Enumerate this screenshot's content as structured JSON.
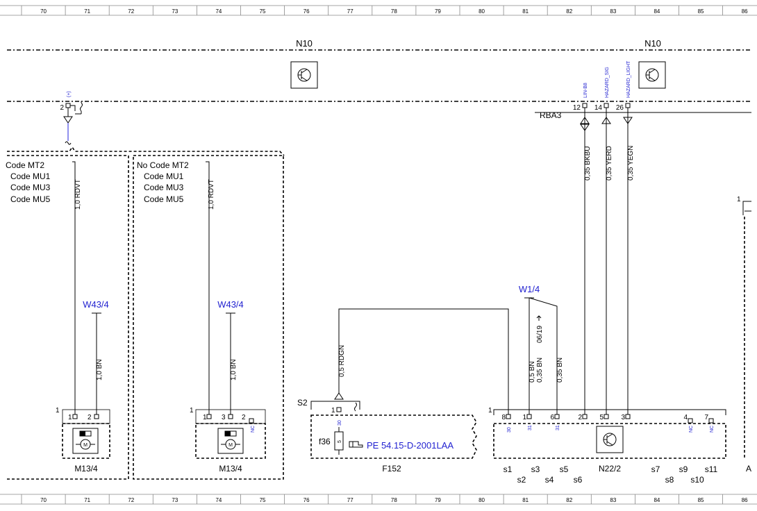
{
  "ruler": {
    "top": [
      "70",
      "71",
      "72",
      "73",
      "74",
      "75",
      "76",
      "77",
      "78",
      "79",
      "80",
      "81",
      "82",
      "83",
      "84",
      "85",
      "86"
    ],
    "bottom": [
      "70",
      "71",
      "72",
      "73",
      "74",
      "75",
      "76",
      "77",
      "78",
      "79",
      "80",
      "81",
      "82",
      "83",
      "84",
      "85",
      "86"
    ]
  },
  "modules": {
    "n10_left": "N10",
    "n10_right": "N10",
    "rba3": "RBA3",
    "signal_plus": "(+)",
    "sig_lin": "LIN-B8",
    "sig_hazard": "HAZARD_SIG",
    "sig_hazard_light": "HAZARD_LIGHT",
    "pin_2": "2",
    "pin_12": "12",
    "pin_14": "14",
    "pin_26": "26"
  },
  "codes": {
    "left": [
      "Code MT2",
      "Code MU1",
      "Code MU3",
      "Code MU5"
    ],
    "right": [
      "No Code MT2",
      "Code MU1",
      "Code MU3",
      "Code MU5"
    ]
  },
  "wires": {
    "rdvt_left": "1,0 RDVT",
    "rdvt_right": "1,0 RDVT",
    "bn_left": "1,0 BN",
    "bn_right": "1,0 BN",
    "bkbu": "0,35 BKBU",
    "yerd": "0,35 YERD",
    "yegn": "0,35 YEGN",
    "rdgn": "0,5 RDGN",
    "bn_05": "0,5 BN",
    "bn_035_a": "0,35 BN",
    "bn_035_b": "0,35 BN",
    "note_0619": "06/19"
  },
  "grounds": {
    "w43_left": "W43/4",
    "w43_right": "W43/4",
    "w1_4": "W1/4"
  },
  "components": {
    "m13_left": "M13/4",
    "m13_right": "M13/4",
    "f152": "F152",
    "n22": "N22/2",
    "s2": "S2",
    "f36": "f36",
    "fuse_value": "5",
    "pe_ref": "PE 54.15-D-2001LAA",
    "motor_left_pins": [
      "1",
      "2"
    ],
    "motor_right_pins": [
      "1",
      "3",
      "2"
    ],
    "nc": "NC",
    "pin_30": "30",
    "pin_31": "31",
    "pin_1": "1",
    "n22_pins": [
      "8",
      "1",
      "6",
      "2",
      "5",
      "3",
      "4",
      "7"
    ],
    "right_edge_label": "A",
    "right_edge_pin": "1"
  },
  "switches": {
    "top": [
      "s1",
      "s3",
      "s5",
      "s7",
      "s9",
      "s11"
    ],
    "bottom": [
      "s2",
      "s4",
      "s6",
      "s8",
      "s10"
    ]
  }
}
